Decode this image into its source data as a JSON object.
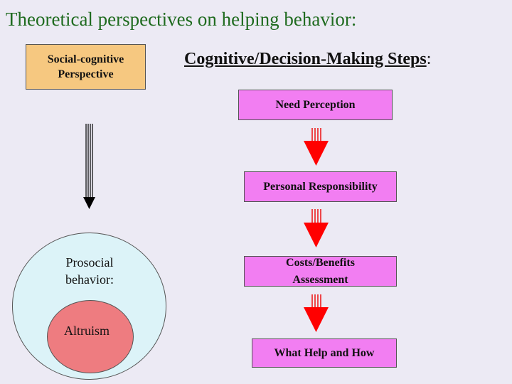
{
  "title": "Theoretical perspectives on helping behavior:",
  "perspective_label": "Social-cognitive Perspective",
  "steps_heading": "Cognitive/Decision-Making Steps",
  "steps_heading_colon": ":",
  "steps": [
    "Need Perception",
    "Personal Responsibility",
    "Costs/Benefits Assessment",
    "What Help and How"
  ],
  "prosocial_label": "Prosocial behavior:",
  "altruism_label": "Altruism",
  "colors": {
    "background": "#eceaf4",
    "title": "#1f6b1f",
    "perspective_box": "#f6c880",
    "step_box": "#f27ef2",
    "arrow": "#ff0000",
    "outer_circle": "#dcf3f8",
    "inner_circle": "#ee7c80"
  }
}
